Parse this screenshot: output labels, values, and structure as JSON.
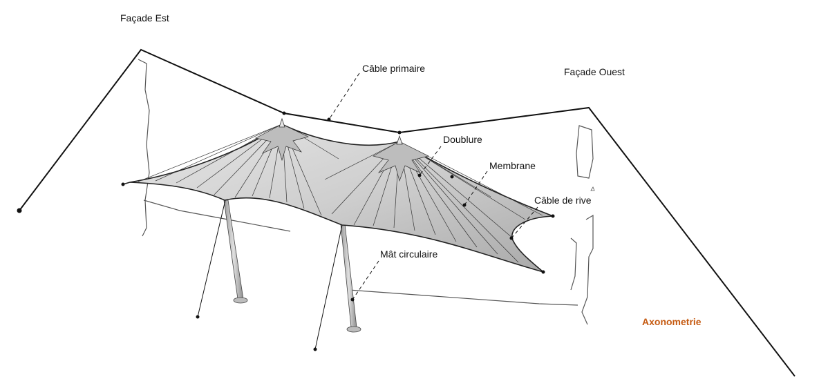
{
  "labels": {
    "facade_est": "Façade Est",
    "facade_ouest": "Façade Ouest",
    "cable_primaire": "Câble primaire",
    "doublure": "Doublure",
    "membrane": "Membrane",
    "cable_de_rive": "Câble de rive",
    "mat_circulaire": "Mât circulaire"
  },
  "caption": "Axonometrie",
  "colors": {
    "caption": "#c55a11",
    "line": "#111111",
    "membrane_fill": "#d9d9d9",
    "membrane_light": "#ececec",
    "mast": "#bdbdbd"
  }
}
